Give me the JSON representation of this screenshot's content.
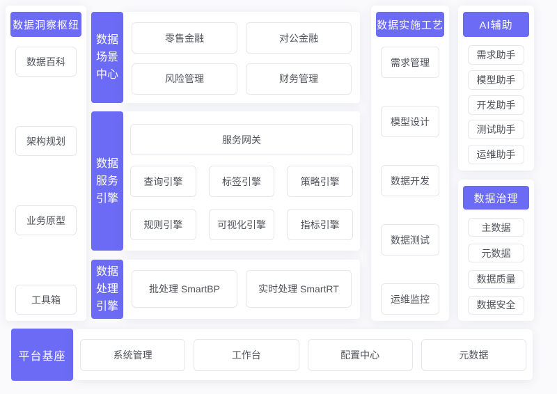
{
  "theme": {
    "accent": "#6C6BF5",
    "page_bg": "#FAFAFC",
    "box_border": "#E6E7EC",
    "box_text": "#50535B"
  },
  "insight_hub": {
    "title": "数据洞察枢纽",
    "items": [
      "数据百科",
      "架构规划",
      "业务原型",
      "工具箱"
    ]
  },
  "scene_center": {
    "title": "数据场景中心",
    "items": [
      "零售金融",
      "对公金融",
      "风险管理",
      "财务管理"
    ]
  },
  "service_engine": {
    "title": "数据服务引擎",
    "gateway": "服务网关",
    "items": [
      "查询引擎",
      "标签引擎",
      "策略引擎",
      "规则引擎",
      "可视化引擎",
      "指标引擎"
    ]
  },
  "processing_engine": {
    "title": "数据处理引擎",
    "items": [
      "批处理 SmartBP",
      "实时处理 SmartRT"
    ]
  },
  "implementation": {
    "title": "数据实施工艺",
    "items": [
      "需求管理",
      "模型设计",
      "数据开发",
      "数据测试",
      "运维监控"
    ]
  },
  "ai_assist": {
    "title": "AI辅助",
    "items": [
      "需求助手",
      "模型助手",
      "开发助手",
      "测试助手",
      "运维助手"
    ]
  },
  "governance": {
    "title": "数据治理",
    "items": [
      "主数据",
      "元数据",
      "数据质量",
      "数据安全"
    ]
  },
  "platform_base": {
    "title": "平台基座",
    "items": [
      "系统管理",
      "工作台",
      "配置中心",
      "元数据"
    ]
  }
}
